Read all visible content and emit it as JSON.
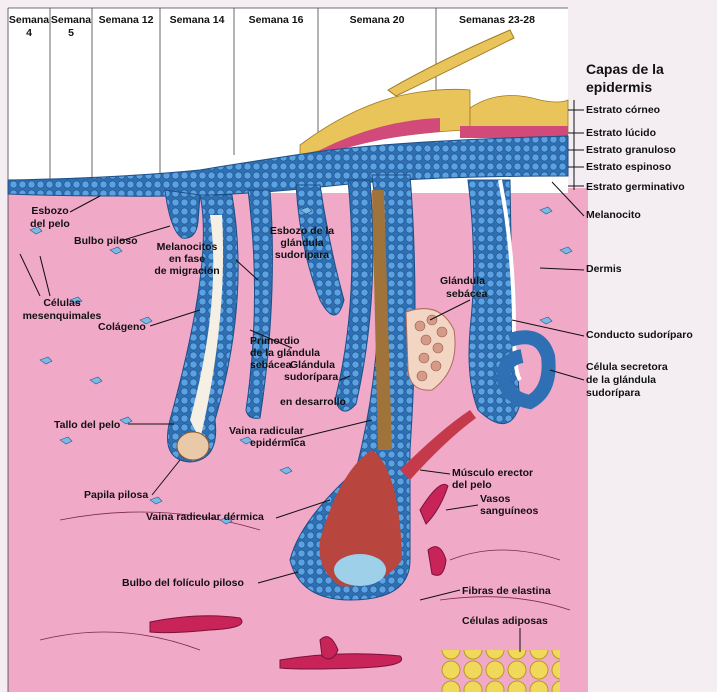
{
  "week_headers": [
    "Semana",
    "4",
    "Semana",
    "5",
    "Semana 12",
    "Semana 14",
    "Semana 16",
    "Semana 20",
    "Semanas 23-28"
  ],
  "epidermis_title": [
    "Capas de la",
    "epidermis"
  ],
  "epidermis_layers": [
    "Estrato córneo",
    "Estrato lúcido",
    "Estrato granuloso",
    "Estrato espinoso",
    "Estrato germinativo"
  ],
  "labels": {
    "esbozo_pelo": [
      "Esbozo",
      "del pelo"
    ],
    "bulbo_piloso": "Bulbo piloso",
    "celulas_mesenquimales": [
      "Células",
      "mesenquimales"
    ],
    "melanocitos_migracion": [
      "Melanocitos",
      "en fase",
      "de migración"
    ],
    "colageno": "Colágeno",
    "esbozo_glandula": [
      "Esbozo de la",
      "glándula",
      "sudorípara"
    ],
    "primordio": [
      "Primordio",
      "de la glándula",
      "sebácea"
    ],
    "glandula_desarrollo": [
      "Glándula",
      "sudorípara",
      "en desarrollo"
    ],
    "glandula_sebacea": [
      "Glándula",
      "sebácea"
    ],
    "melanocito": "Melanocito",
    "dermis": "Dermis",
    "conducto": "Conducto sudoríparo",
    "celula_secretora": [
      "Célula secretora",
      "de la glándula",
      "sudorípara"
    ],
    "tallo": "Tallo del pelo",
    "vaina_epidermica": [
      "Vaina radicular",
      "epidérmica"
    ],
    "papila": "Papila pilosa",
    "vaina_dermica": "Vaina radicular dérmica",
    "musculo": [
      "Músculo erector",
      "del pelo"
    ],
    "vasos": [
      "Vasos",
      "sanguíneos"
    ],
    "bulbo_foliculo": "Bulbo del folículo piloso",
    "fibras": "Fibras de elastina",
    "adiposas": "Células adiposas"
  },
  "colors": {
    "dermis": "#f1a9c8",
    "epidermis_cell": "#4b8fd1",
    "keratin": "#e8c45a",
    "granular": "#d14a7a",
    "hair_shaft": "#a0733a",
    "vessel": "#c8245a",
    "fat": "#f0d85a"
  }
}
